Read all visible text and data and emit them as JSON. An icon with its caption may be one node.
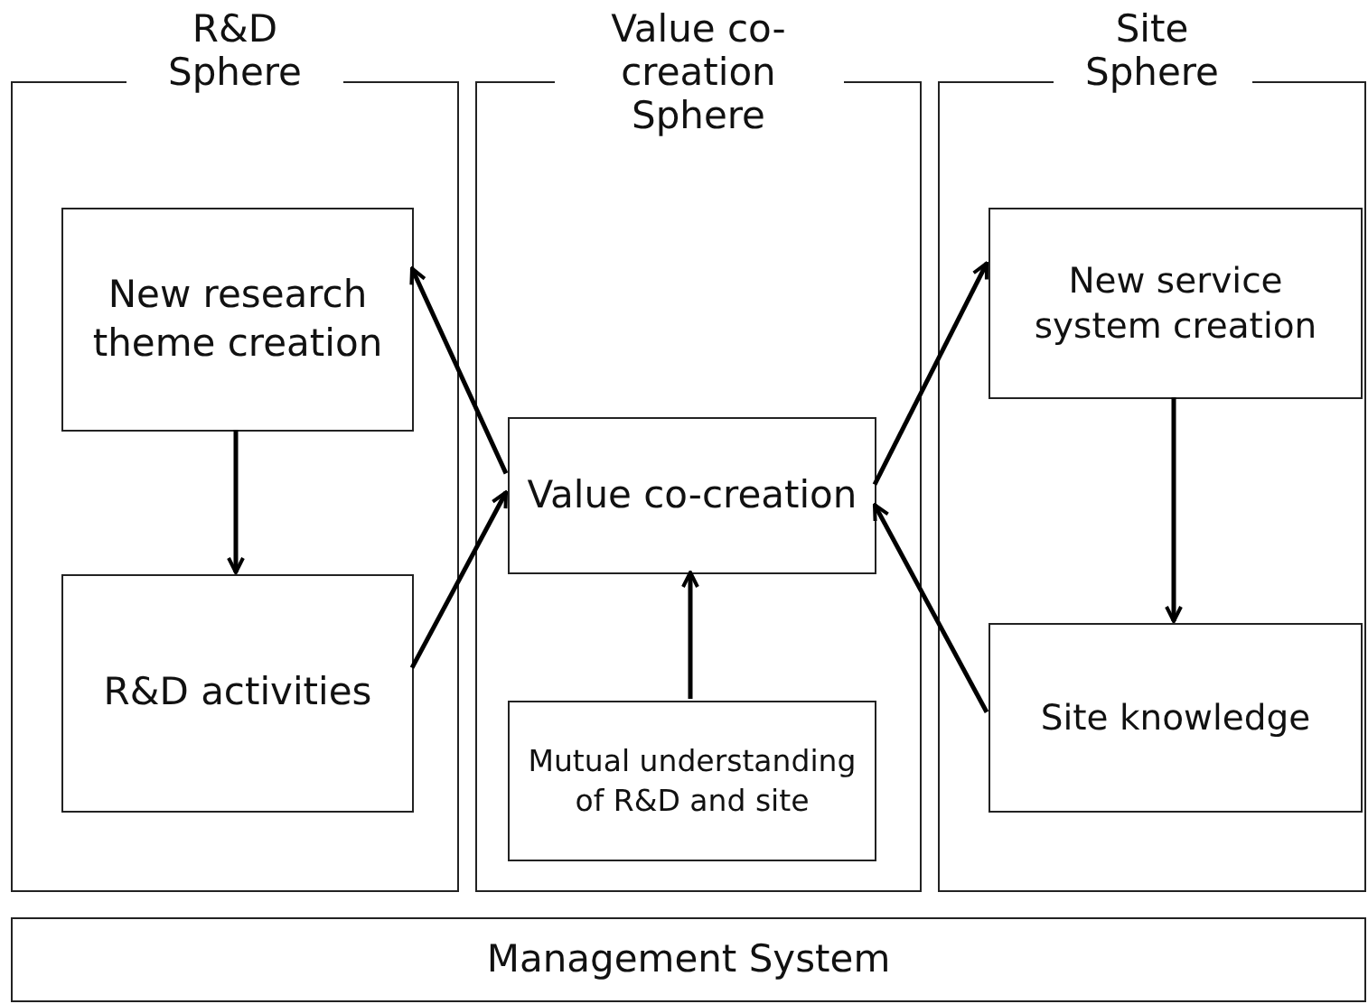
{
  "diagram": {
    "nodes": [
      {
        "text": [
          "R&D Sphere"
        ]
      },
      {
        "text": [
          "New research theme creation"
        ],
        "in": 0
      },
      {
        "text": [
          "R&D activities"
        ],
        "in": 0
      },
      {
        "text": [
          "Value co-creation Sphere"
        ]
      },
      {
        "text": [
          "Value co-creation"
        ],
        "in": 3
      },
      {
        "text": [
          "Mutual understanding of R&D and site"
        ],
        "in": 3
      },
      {
        "text": [
          "Site Sphere"
        ]
      },
      {
        "text": [
          "New service system creation"
        ],
        "in": 6
      },
      {
        "text": [
          "Site knowledge"
        ],
        "in": 6
      },
      {
        "text": [
          "Management System"
        ]
      }
    ],
    "edges": [
      {
        "from": 1,
        "to": 2,
        "arrow": "to"
      },
      {
        "from": 2,
        "to": 4,
        "arrow": "to"
      },
      {
        "from": 4,
        "to": 1,
        "arrow": "to"
      },
      {
        "from": 5,
        "to": 4,
        "arrow": "to"
      },
      {
        "from": 4,
        "to": 7,
        "arrow": "to"
      },
      {
        "from": 8,
        "to": 4,
        "arrow": "to"
      },
      {
        "from": 7,
        "to": 8,
        "arrow": "to"
      }
    ]
  }
}
